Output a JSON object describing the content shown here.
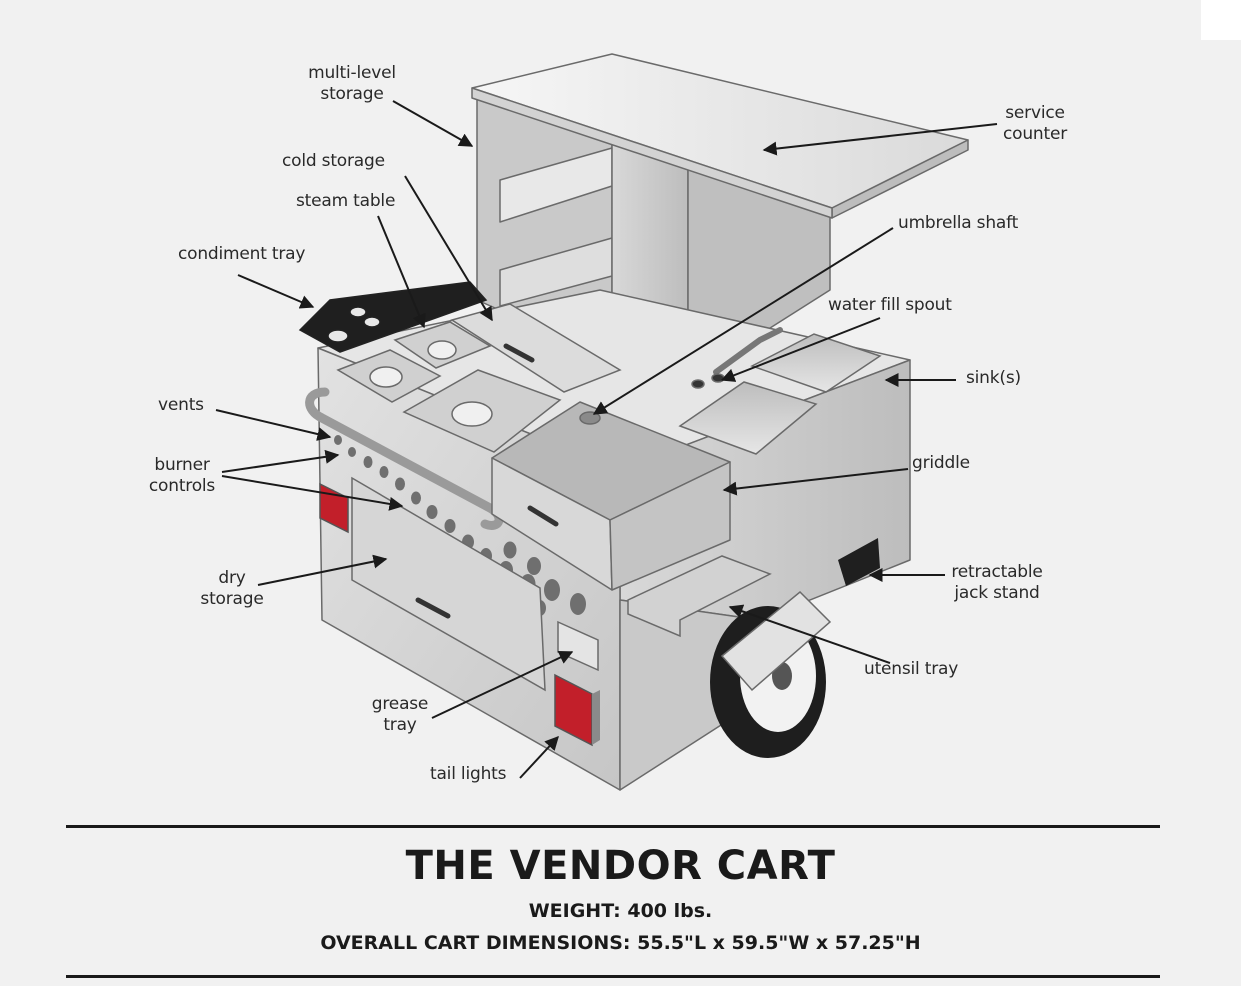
{
  "labels": {
    "multi_level_storage": [
      "multi-level",
      "storage"
    ],
    "cold_storage": "cold storage",
    "steam_table": "steam table",
    "condiment_tray": "condiment tray",
    "vents": "vents",
    "burner_controls": [
      "burner",
      "controls"
    ],
    "dry_storage": [
      "dry",
      "storage"
    ],
    "grease_tray": [
      "grease",
      "tray"
    ],
    "tail_lights": "tail lights",
    "service_counter": [
      "service",
      "counter"
    ],
    "umbrella_shaft": "umbrella shaft",
    "water_fill_spout": "water fill spout",
    "sinks": "sink(s)",
    "griddle": "griddle",
    "retractable_jack_stand": [
      "retractable",
      "jack stand"
    ],
    "utensil_tray": "utensil tray"
  },
  "footer": {
    "title": "THE VENDOR CART",
    "weight_label": "WEIGHT:",
    "weight_value": "400 lbs.",
    "dimensions_label": "OVERALL CART DIMENSIONS:",
    "dimensions_value": "55.5\"L x 59.5\"W x 57.25\"H"
  },
  "colors": {
    "background": "#f1f1f1",
    "line": "#1a1a1a",
    "taillight": "#c21f2a"
  }
}
